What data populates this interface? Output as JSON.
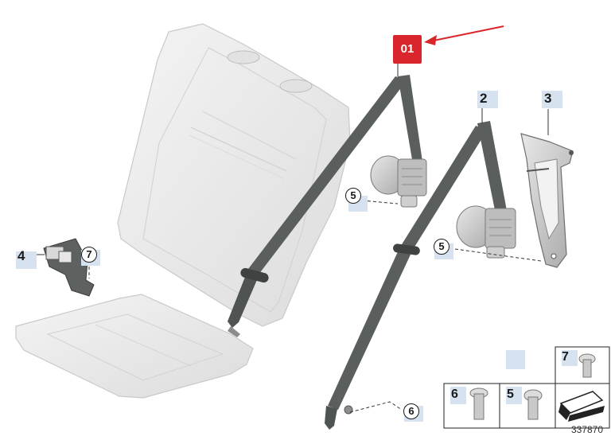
{
  "callout": {
    "label": "01",
    "color": "#d9262c"
  },
  "labels": {
    "part_2": "2",
    "part_3": "3",
    "part_4": "4",
    "part_5_a": "5",
    "part_5_b": "5",
    "part_6": "6",
    "part_7": "7"
  },
  "table": {
    "cell_7": "7",
    "cell_6": "6",
    "cell_5": "5"
  },
  "diagram_number": "337870",
  "colors": {
    "highlight": "#d6e2f0",
    "belt": "#5a5f5d",
    "seat": "#ececec",
    "arrow": "#d9262c"
  }
}
